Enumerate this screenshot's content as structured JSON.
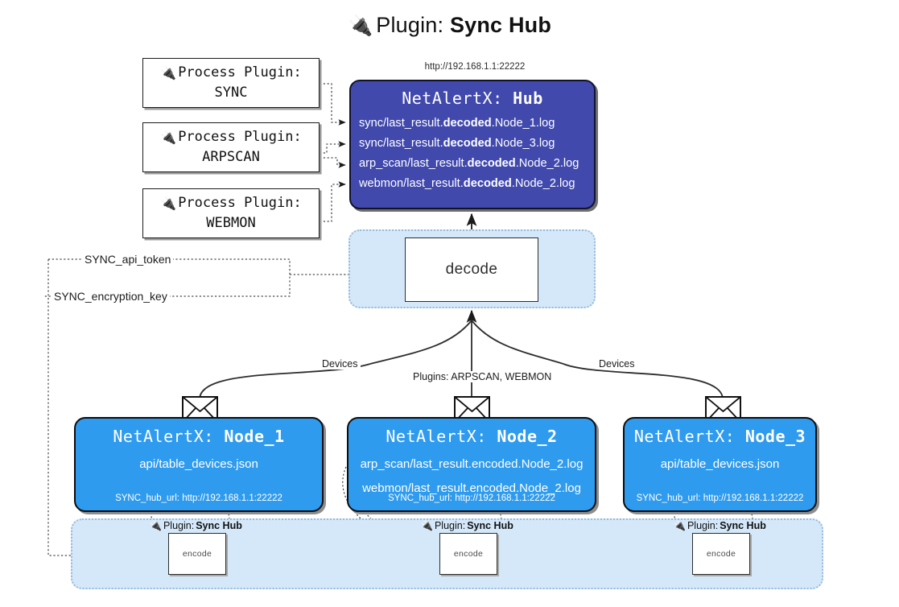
{
  "title": {
    "icon": "plug-icon",
    "prefix": "Plugin: ",
    "name": "Sync Hub"
  },
  "colors": {
    "hub_fill": "#4149ad",
    "node_fill": "#2f9bee",
    "container_fill": "#d4e8fa",
    "container_border": "#9ab9d8",
    "stroke": "#1b1b1b",
    "page_bg": "#ffffff"
  },
  "hub": {
    "url": "http://192.168.1.1:22222",
    "title_prefix": "NetAlertX: ",
    "title_name": "Hub",
    "lines": [
      {
        "pre": "sync/last_result.",
        "bold": "decoded",
        "post": ".Node_1.log"
      },
      {
        "pre": "sync/last_result.",
        "bold": "decoded",
        "post": ".Node_3.log"
      },
      {
        "pre": "arp_scan/last_result.",
        "bold": "decoded",
        "post": ".Node_2.log"
      },
      {
        "pre": "webmon/last_result.",
        "bold": "decoded",
        "post": ".Node_2.log"
      }
    ]
  },
  "process_plugins": [
    {
      "icon": "plug-icon",
      "label": "Process Plugin:",
      "name": "SYNC"
    },
    {
      "icon": "plug-icon",
      "label": "Process Plugin:",
      "name": "ARPSCAN"
    },
    {
      "icon": "plug-icon",
      "label": "Process Plugin:",
      "name": "WEBMON"
    }
  ],
  "decode": {
    "label": "decode"
  },
  "keys": [
    {
      "label": "SYNC_api_token"
    },
    {
      "label": "SYNC_encryption_key"
    }
  ],
  "edge_labels": {
    "devices_left": "Devices",
    "devices_right": "Devices",
    "plugins_center": "Plugins: ARPSCAN, WEBMON"
  },
  "nodes": [
    {
      "id": "node-1",
      "title_prefix": "NetAlertX: ",
      "title_name": "Node_1",
      "lines": [
        "api/table_devices.json"
      ],
      "hub_url": "SYNC_hub_url: http://192.168.1.1:22222",
      "envelope_icon": "envelope-icon"
    },
    {
      "id": "node-2",
      "title_prefix": "NetAlertX: ",
      "title_name": "Node_2",
      "lines": [
        "arp_scan/last_result.encoded.Node_2.log",
        "webmon/last_result.encoded.Node_2.log"
      ],
      "hub_url": "SYNC_hub_url: http://192.168.1.1:22222",
      "envelope_icon": "envelope-icon"
    },
    {
      "id": "node-3",
      "title_prefix": "NetAlertX: ",
      "title_name": "Node_3",
      "lines": [
        "api/table_devices.json"
      ],
      "hub_url": "SYNC_hub_url: http://192.168.1.1:22222",
      "envelope_icon": "envelope-icon"
    }
  ],
  "encoders": [
    {
      "icon": "plug-icon",
      "label_prefix": "Plugin: ",
      "label_name": "Sync Hub",
      "box_label": "encode"
    },
    {
      "icon": "plug-icon",
      "label_prefix": "Plugin: ",
      "label_name": "Sync Hub",
      "box_label": "encode"
    },
    {
      "icon": "plug-icon",
      "label_prefix": "Plugin: ",
      "label_name": "Sync Hub",
      "box_label": "encode"
    }
  ]
}
